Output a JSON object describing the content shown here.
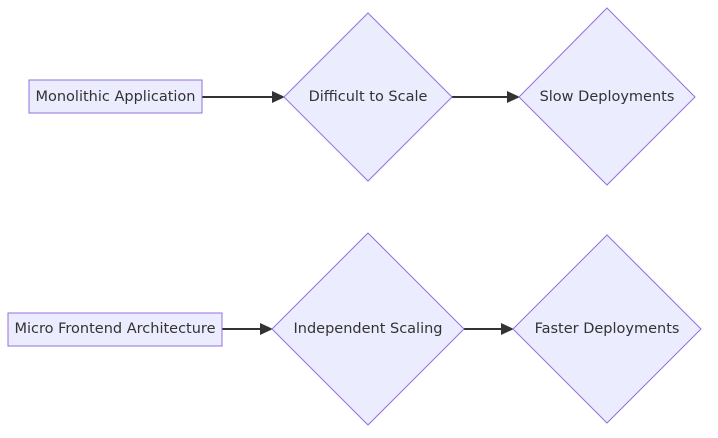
{
  "flows": [
    {
      "source": {
        "label": "Monolithic Application"
      },
      "middle": {
        "label": "Difficult to Scale"
      },
      "target": {
        "label": "Slow Deployments"
      }
    },
    {
      "source": {
        "label": "Micro Frontend Architecture"
      },
      "middle": {
        "label": "Independent Scaling"
      },
      "target": {
        "label": "Faster Deployments"
      }
    }
  ],
  "colors": {
    "node_fill": "#ececff",
    "node_stroke": "#9370db",
    "edge": "#333333",
    "text": "#333333"
  }
}
